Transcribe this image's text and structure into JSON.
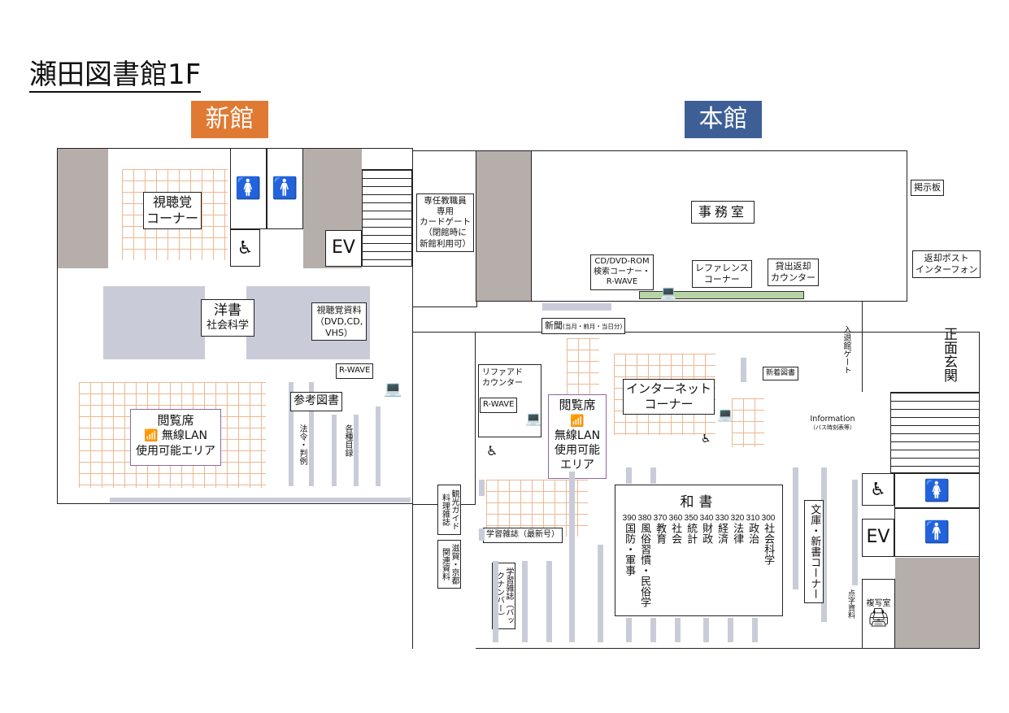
{
  "title": "瀬田図書館1F",
  "new_building": {
    "name": "新館",
    "color": "#e07a32",
    "av_corner": [
      "視聴覚",
      "コーナー"
    ],
    "ev": "EV",
    "western_books": {
      "title": "洋書",
      "subtitle": "社会科学"
    },
    "av_materials": [
      "視聴覚資料",
      "（DVD,CD,",
      "VHS）"
    ],
    "rwave": "R-WAVE",
    "reference": "参考図書",
    "shelf_labels": [
      "法令・判例",
      "各種目録"
    ],
    "reading": {
      "title": "閲覧席",
      "wifi": "無線LAN",
      "wifi2": "使用可能エリア"
    }
  },
  "main_building": {
    "name": "本館",
    "color": "#3d5f96",
    "card_gate": [
      "専任教職員",
      "専用",
      "カードゲート",
      "（閉館時に",
      "新館利用可）"
    ],
    "office": "事務室",
    "cd_rom": [
      "CD/DVD-ROM",
      "検索コーナー・",
      "R-WAVE"
    ],
    "reference_corner": [
      "レファレンス",
      "コーナー"
    ],
    "counter": [
      "貸出返却",
      "カウンター"
    ],
    "bulletin": "掲示板",
    "return_post": [
      "返却ポスト",
      "インターフォン"
    ],
    "entrance": "正面玄関",
    "gate": "入退館ゲート",
    "information": "Information",
    "information_sub": "（バス時刻表等）",
    "newspaper": "新聞",
    "newspaper_sub": "(当月・前月・当日分)",
    "new_books": "新着図書",
    "refad": [
      "リファアド",
      "カウンター"
    ],
    "rwave": "R-WAVE",
    "reading": {
      "title": "閲覧席",
      "wifi": "無線LAN",
      "wifi2": "使用可能",
      "wifi3": "エリア"
    },
    "internet": [
      "インターネット",
      "コーナー"
    ],
    "travel": "観光ガイド料理雑誌",
    "shiga": "滋賀・京都関連資料",
    "study_latest": "学習雑誌（最新号）",
    "study_back": "学習雑誌（バックナンバー）",
    "japanese": {
      "title": "和書",
      "classes": [
        {
          "num": "390",
          "name": "国防・軍事"
        },
        {
          "num": "380",
          "name": "風俗習慣・民俗学"
        },
        {
          "num": "370",
          "name": "教育"
        },
        {
          "num": "360",
          "name": "社会"
        },
        {
          "num": "350",
          "name": "統計"
        },
        {
          "num": "340",
          "name": "財政"
        },
        {
          "num": "330",
          "name": "経済"
        },
        {
          "num": "320",
          "name": "法律"
        },
        {
          "num": "310",
          "name": "政治"
        },
        {
          "num": "300",
          "name": "社会科学"
        }
      ]
    },
    "bunko": "文庫・新書コーナー",
    "braille": "点字資料",
    "ev": "EV",
    "copy": "複写室"
  },
  "icons": [
    "female-restroom-icon",
    "male-restroom-icon",
    "wheelchair-icon",
    "computer-icon",
    "wifi-icon",
    "printer-icon"
  ]
}
